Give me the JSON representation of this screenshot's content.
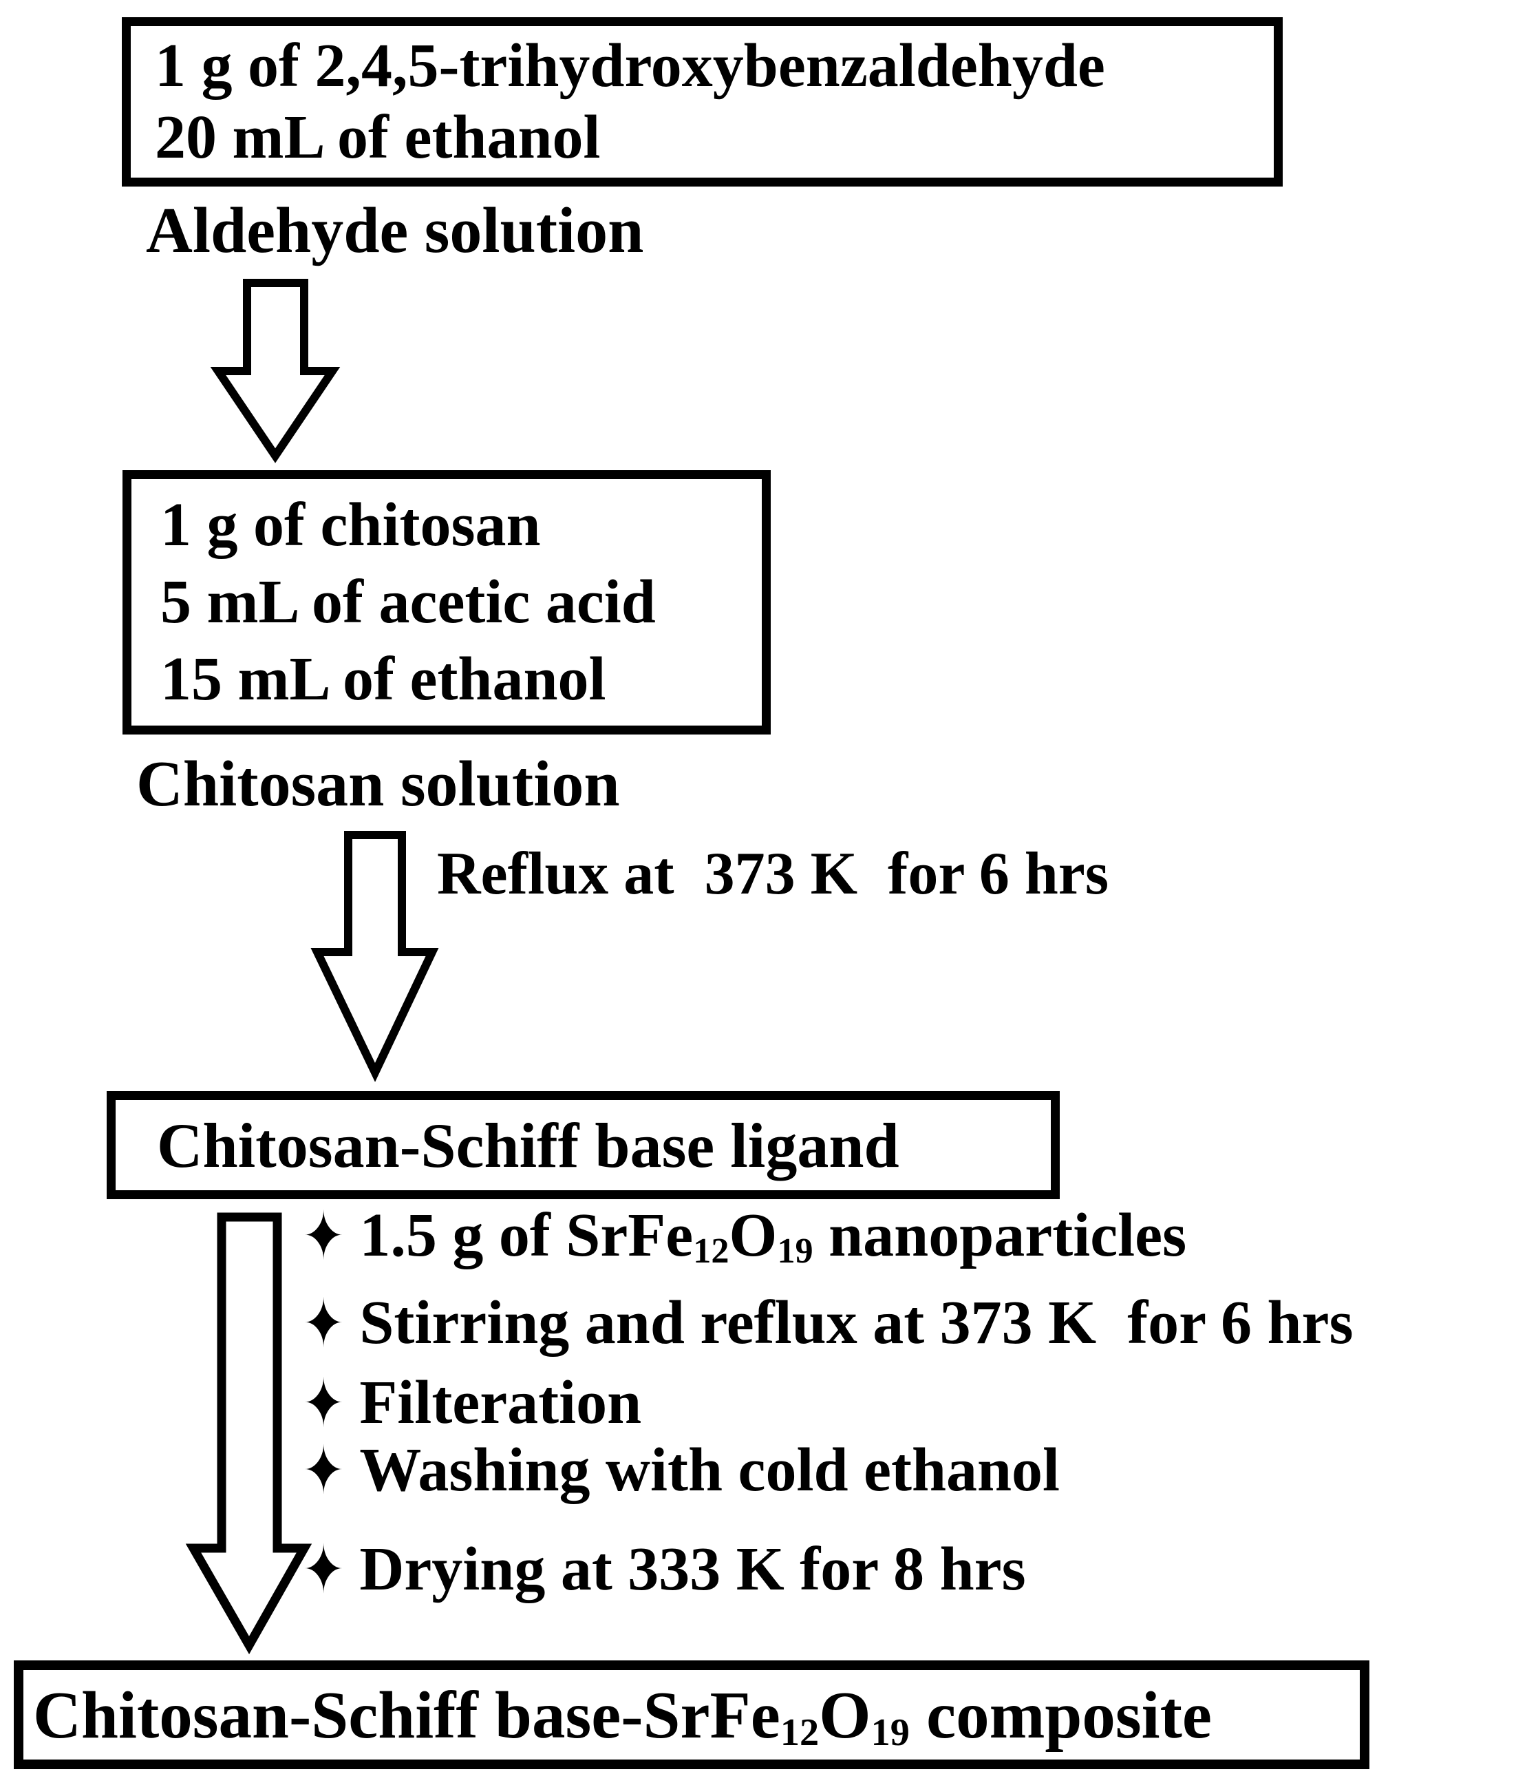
{
  "page": {
    "background_color": "#ffffff",
    "ink_color": "#000000",
    "bullet_glyph": "✦"
  },
  "flowchart": {
    "box_aldehyde": {
      "lines": [
        "1 g of 2,4,5-trihydroxybenzaldehyde",
        "20 mL of ethanol"
      ]
    },
    "label_aldehyde": "Aldehyde solution",
    "box_chitosan": {
      "lines": [
        "1 g of chitosan",
        "5 mL of acetic acid",
        "15 mL of ethanol"
      ]
    },
    "label_chitosan": "Chitosan solution",
    "arrow_reflux_label": "Reflux at  373 K  for 6 hrs",
    "box_ligand": {
      "title": "Chitosan-Schiff base ligand"
    },
    "bullets": [
      {
        "pre": "1.5 g of SrFe",
        "sub1": "12",
        "mid": "O",
        "sub2": "19",
        "post": " nanoparticles"
      },
      {
        "pre": "Stirring and reflux at 373 K  for 6 hrs",
        "sub1": "",
        "mid": "",
        "sub2": "",
        "post": ""
      },
      {
        "pre": "Filteration",
        "sub1": "",
        "mid": "",
        "sub2": "",
        "post": ""
      },
      {
        "pre": "Washing with cold ethanol",
        "sub1": "",
        "mid": "",
        "sub2": "",
        "post": ""
      },
      {
        "pre": "Drying at 333 K for 8 hrs",
        "sub1": "",
        "mid": "",
        "sub2": "",
        "post": ""
      }
    ],
    "box_composite": {
      "pre": "Chitosan-Schiff base-SrFe",
      "sub1": "12",
      "mid": "O",
      "sub2": "19",
      "post": " composite"
    }
  }
}
